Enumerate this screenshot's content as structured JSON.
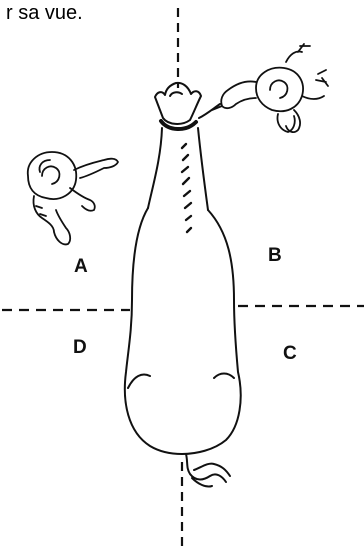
{
  "caption": "r sa vue.",
  "zones": {
    "a": "A",
    "b": "B",
    "c": "C",
    "d": "D"
  },
  "colors": {
    "ink": "#111111",
    "background": "#ffffff"
  }
}
